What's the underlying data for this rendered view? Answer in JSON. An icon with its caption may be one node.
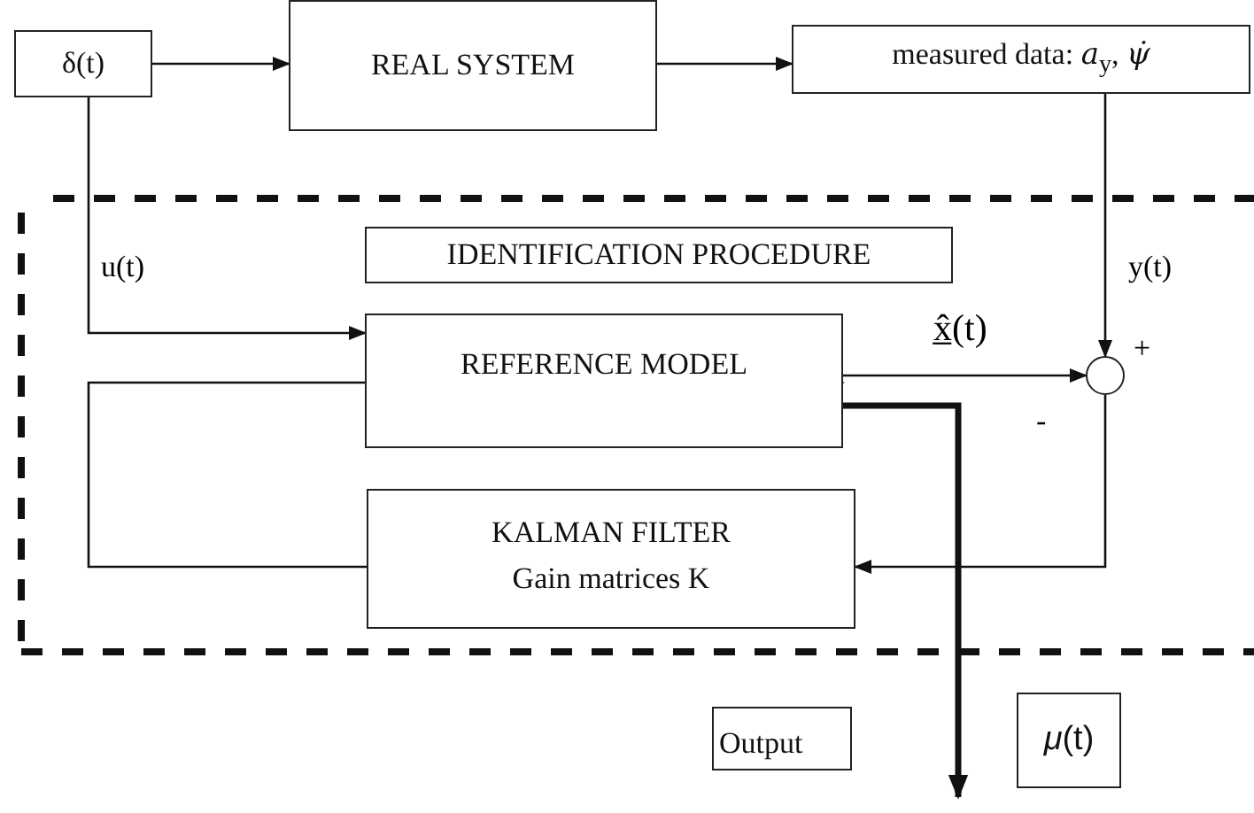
{
  "diagram": {
    "nodes": [
      {
        "text": [
          "δ(t)"
        ]
      },
      {
        "text": [
          "REAL SYSTEM"
        ]
      },
      {
        "text": [
          "measured data: *a*$_{y}$, *ψ̇*"
        ]
      },
      {
        "text": [
          "IDENTIFICATION PROCEDURE"
        ]
      },
      {
        "text": [
          "REFERENCE MODEL"
        ]
      },
      {
        "text": [],
        "shape": "circle"
      },
      {
        "text": [
          "KALMAN FILTER",
          "Gain matrices K"
        ]
      },
      {
        "text": [
          "Output"
        ]
      },
      {
        "text": [
          "*μ*(t)"
        ]
      }
    ],
    "edges": [
      {
        "from": 0,
        "to": 1,
        "arrow": "to"
      },
      {
        "from": 1,
        "to": 2,
        "arrow": "to"
      },
      {
        "from": 0,
        "to": 4,
        "arrow": "to",
        "label": "u(t)"
      },
      {
        "from": 2,
        "to": 5,
        "arrow": "to",
        "label": "y(t)"
      },
      {
        "from": 4,
        "to": 5,
        "arrow": "to",
        "label": "x̲̂(t)"
      },
      {
        "from": 5,
        "to": 6,
        "arrow": "to"
      },
      {
        "from": 6,
        "to": 4,
        "arrow": "to"
      },
      {
        "from": 4,
        "to": null,
        "arrow": "to",
        "style": "thick"
      }
    ],
    "labels": [
      "+",
      "-"
    ]
  }
}
